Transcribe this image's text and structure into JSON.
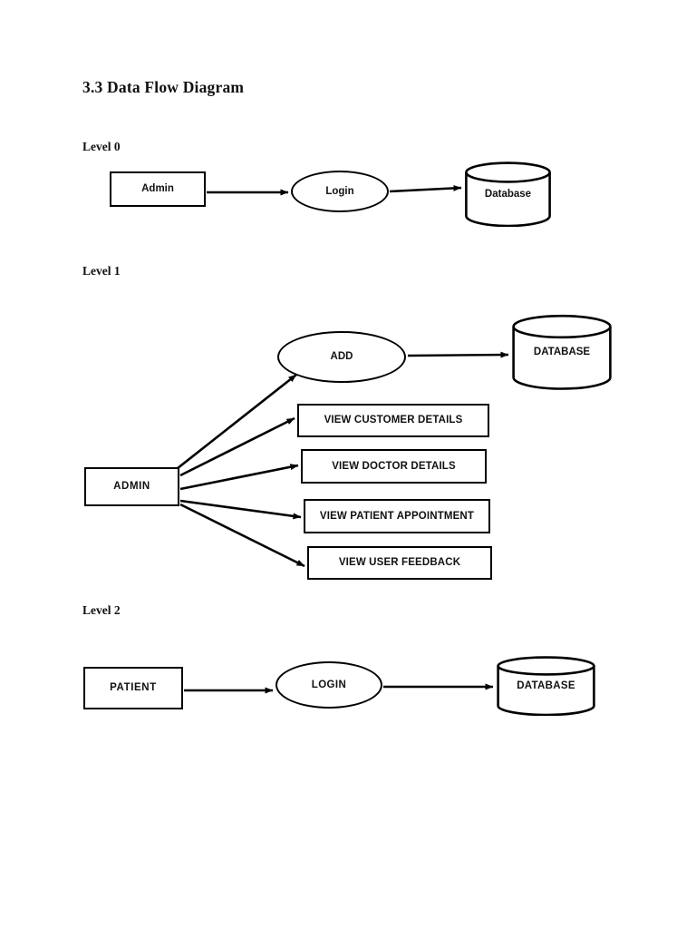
{
  "document": {
    "title": "3.3 Data Flow Diagram",
    "background_color": "#ffffff",
    "ink_color": "#000000"
  },
  "levels": [
    {
      "label": "Level 0",
      "nodes": [
        {
          "id": "admin-l0",
          "label": "Admin",
          "shape": "rectangle"
        },
        {
          "id": "login-l0",
          "label": "Login",
          "shape": "ellipse"
        },
        {
          "id": "database-l0",
          "label": "Database",
          "shape": "cylinder"
        }
      ],
      "edges": [
        {
          "from": "admin-l0",
          "to": "login-l0",
          "style": "arrow"
        },
        {
          "from": "login-l0",
          "to": "database-l0",
          "style": "arrow"
        }
      ]
    },
    {
      "label": "Level 1",
      "nodes": [
        {
          "id": "add-l1",
          "label": "ADD",
          "shape": "ellipse"
        },
        {
          "id": "database-l1",
          "label": "DATABASE",
          "shape": "cylinder"
        },
        {
          "id": "admin-l1",
          "label": "ADMIN",
          "shape": "rectangle"
        },
        {
          "id": "view-customer",
          "label": "VIEW CUSTOMER DETAILS",
          "shape": "rectangle"
        },
        {
          "id": "view-doctor",
          "label": "VIEW DOCTOR DETAILS",
          "shape": "rectangle"
        },
        {
          "id": "view-appointment",
          "label": "VIEW PATIENT APPOINTMENT",
          "shape": "rectangle"
        },
        {
          "id": "view-feedback",
          "label": "VIEW USER FEEDBACK",
          "shape": "rectangle"
        }
      ],
      "edges": [
        {
          "from": "admin-l1",
          "to": "add-l1",
          "style": "arrow"
        },
        {
          "from": "admin-l1",
          "to": "view-customer",
          "style": "arrow"
        },
        {
          "from": "admin-l1",
          "to": "view-doctor",
          "style": "arrow"
        },
        {
          "from": "admin-l1",
          "to": "view-appointment",
          "style": "arrow"
        },
        {
          "from": "admin-l1",
          "to": "view-feedback",
          "style": "arrow"
        },
        {
          "from": "add-l1",
          "to": "database-l1",
          "style": "arrow"
        }
      ]
    },
    {
      "label": "Level 2",
      "nodes": [
        {
          "id": "patient-l2",
          "label": "PATIENT",
          "shape": "rectangle"
        },
        {
          "id": "login-l2",
          "label": "LOGIN",
          "shape": "ellipse"
        },
        {
          "id": "database-l2",
          "label": "DATABASE",
          "shape": "cylinder"
        }
      ],
      "edges": [
        {
          "from": "patient-l2",
          "to": "login-l2",
          "style": "arrow"
        },
        {
          "from": "login-l2",
          "to": "database-l2",
          "style": "arrow"
        }
      ]
    }
  ]
}
